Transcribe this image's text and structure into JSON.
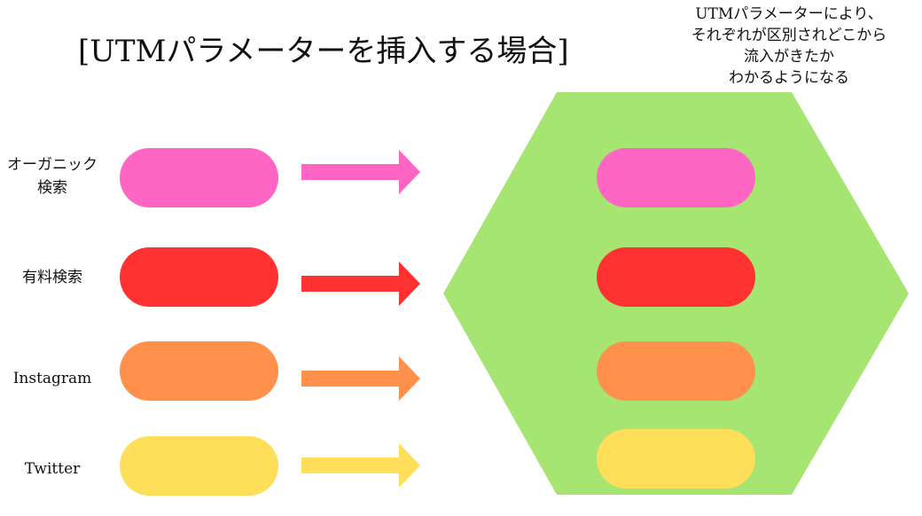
{
  "title": "[UTMパラメーターを挿入する場合]",
  "note": [
    "UTMパラメーターにより、",
    "それぞれが区別されどこから",
    "流入がきたか",
    "わかるようになる"
  ],
  "sources": [
    {
      "label": "オーガニック\n検索",
      "color": "#ff66c4"
    },
    {
      "label": "有料検索",
      "color": "#ff3131"
    },
    {
      "label": "Instagram",
      "color": "#ff914d"
    },
    {
      "label": "Twitter",
      "color": "#ffde59"
    }
  ],
  "hexagon_color": "#a6e572"
}
